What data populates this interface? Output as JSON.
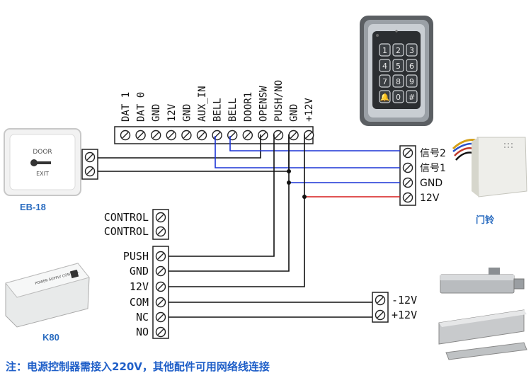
{
  "controller_terminals": [
    "DAT 1",
    "DAT 0",
    "GND",
    "12V",
    "GND",
    "AUX_IN",
    "BELL",
    "BELL",
    "DOOR1",
    "OPENSW",
    "PUSH/NO",
    "GND",
    "+12V"
  ],
  "exit_button": {
    "caption": "EB-18",
    "face_line1": "DOOR",
    "face_line2": "EXIT"
  },
  "doorbell": {
    "caption": "门铃",
    "terminals": [
      "信号2",
      "信号1",
      "GND",
      "12V"
    ]
  },
  "power_supply": {
    "caption": "K80",
    "label": "POWER SUPPLY CONTROL"
  },
  "control_terminals": [
    "CONTROL",
    "CONTROL"
  ],
  "power_terminals": [
    "PUSH",
    "GND",
    "12V",
    "COM",
    "NC",
    "NO"
  ],
  "lock_terminals": [
    "-12V",
    "+12V"
  ],
  "keypad_keys": [
    "1",
    "2",
    "3",
    "4",
    "5",
    "6",
    "7",
    "8",
    "9",
    "🔔",
    "0",
    "#"
  ],
  "note": "注：电源控制器需接入220V，其他配件可用网络线连接",
  "colors": {
    "blue_wire": "#1a33d6",
    "red_wire": "#d61a1a",
    "black_wire": "#111111",
    "caption_blue": "#2a6cc0"
  }
}
